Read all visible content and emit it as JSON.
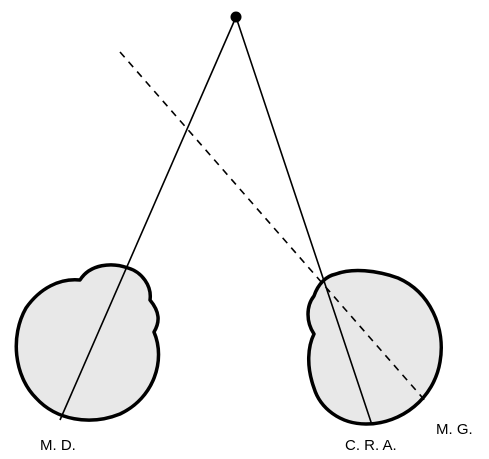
{
  "labels": {
    "left_eye": "M. D.",
    "right_eye_nodal": "C. R. A.",
    "right_eye_fovea": "M. G."
  }
}
